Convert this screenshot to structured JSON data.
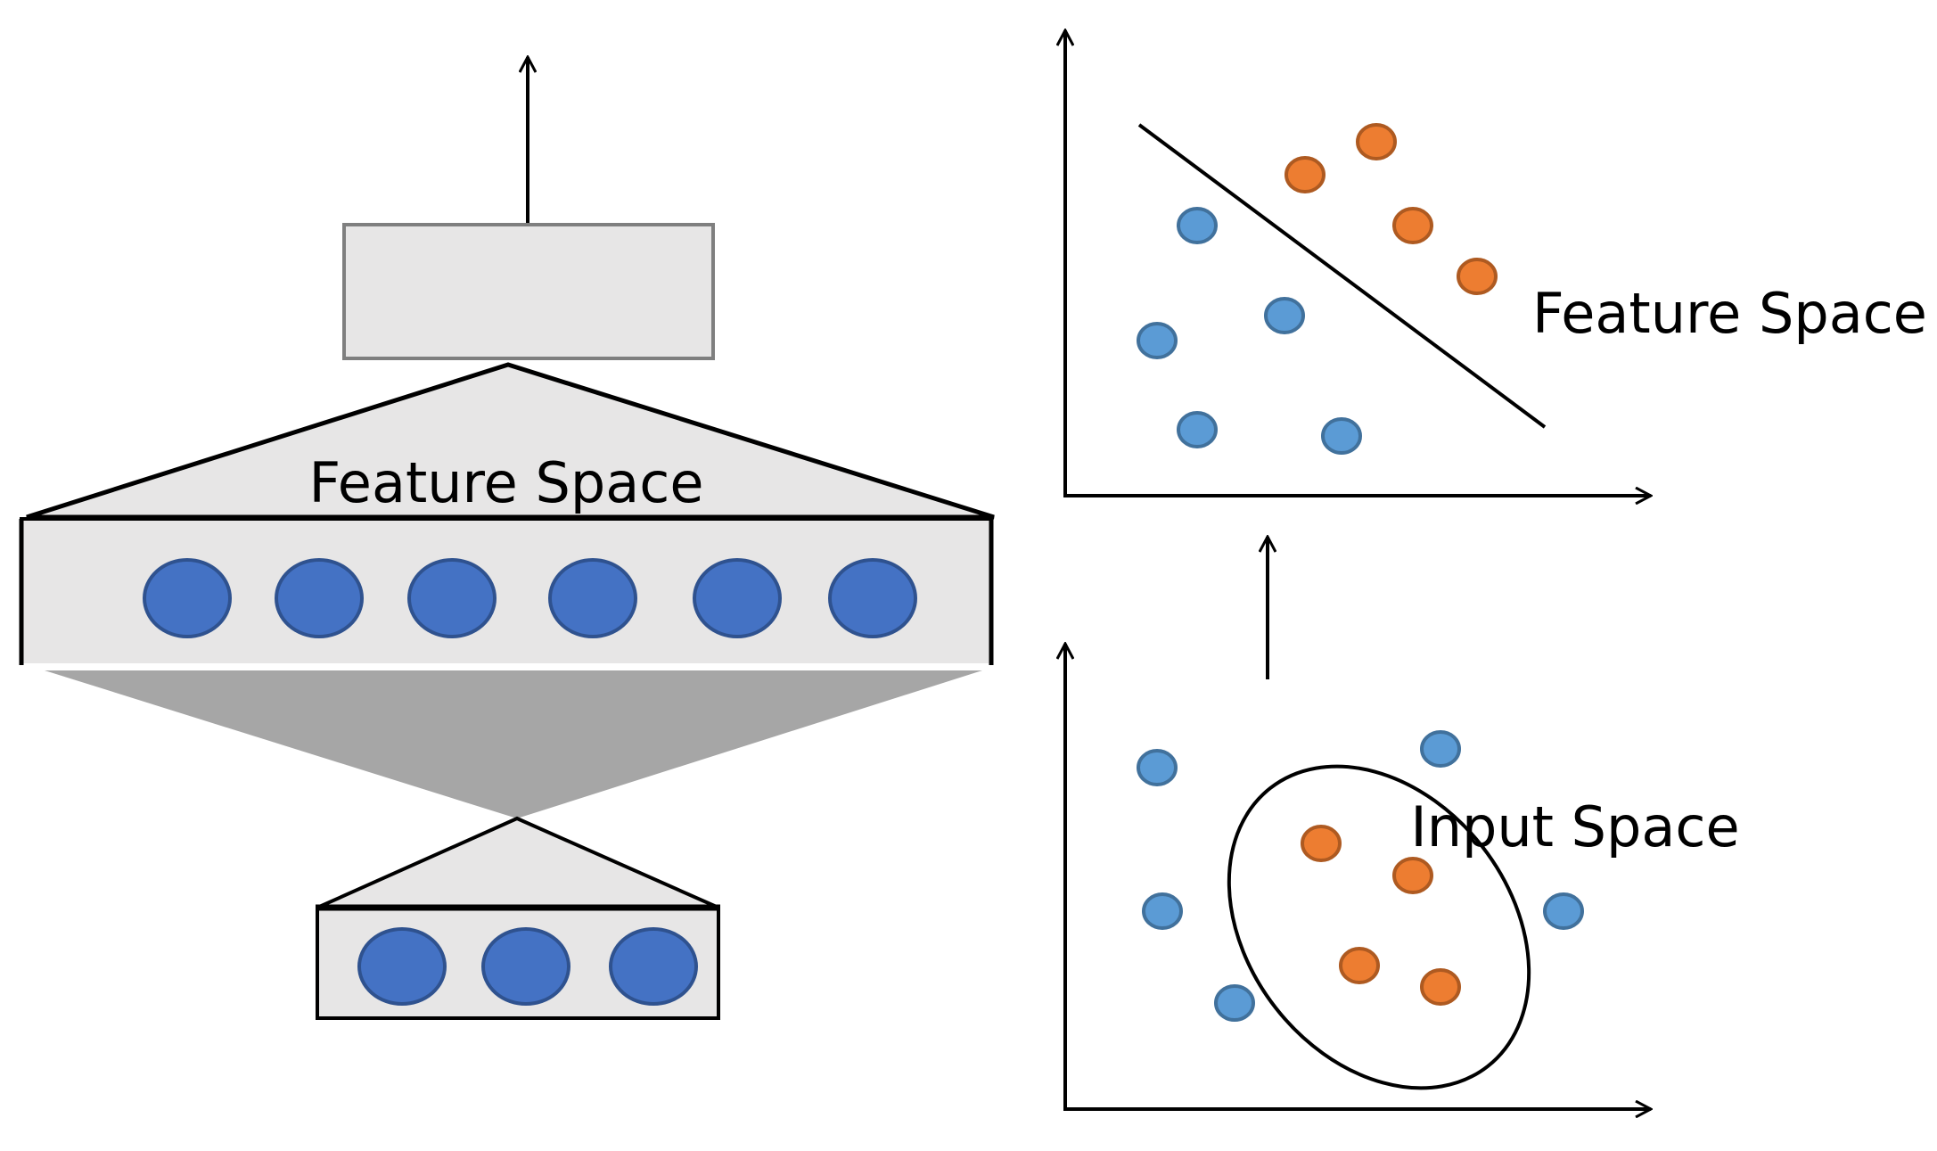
{
  "network": {
    "feature_label": "Feature Space"
  },
  "plots": {
    "feature_space_label": "Feature Space",
    "input_space_label": "Input Space"
  },
  "colors": {
    "node_fill": "#4472C4",
    "node_stroke": "#2F528F",
    "point_blue_fill": "#5B9BD5",
    "point_blue_stroke": "#41719C",
    "point_orange_fill": "#ED7D31",
    "point_orange_stroke": "#AE5A21",
    "panel_fill": "#E7E6E6",
    "funnel_fill": "#A6A6A6"
  }
}
